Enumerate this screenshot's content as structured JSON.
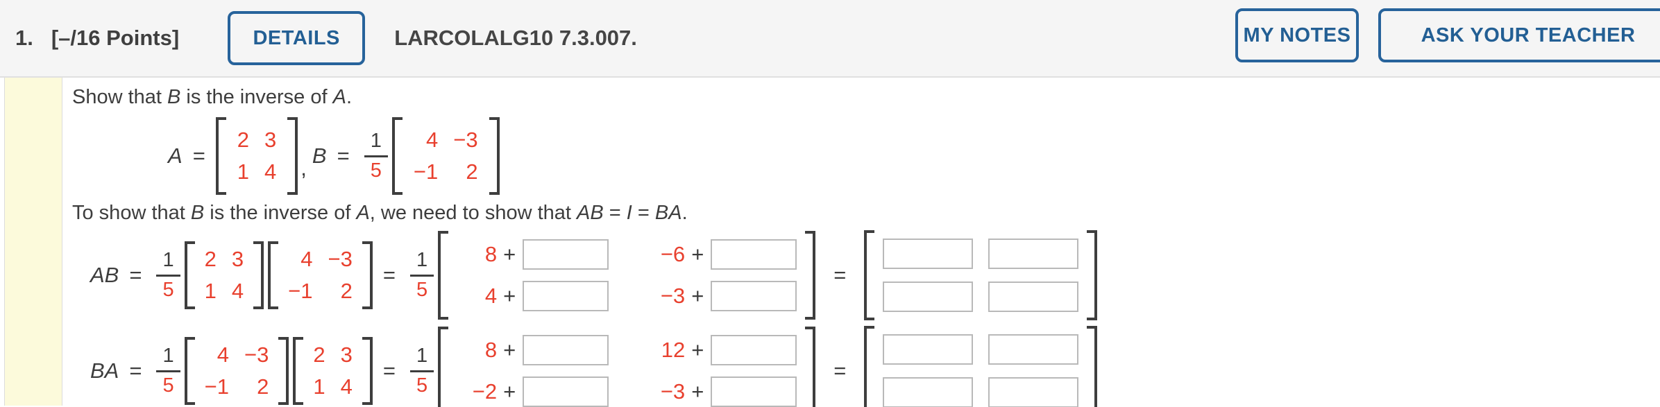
{
  "header": {
    "question_number": "1.",
    "points": "[–/16 Points]",
    "details_button": "DETAILS",
    "assignment_code": "LARCOLALG10 7.3.007.",
    "my_notes_button": "MY NOTES",
    "ask_teacher_button": "ASK YOUR TEACHER"
  },
  "colors": {
    "accent_blue": "#235f94",
    "math_red": "#e8402e",
    "text_dark": "#3d3d3d",
    "header_bg": "#f5f5f5",
    "strip_yellow": "#fcfadb"
  },
  "problem": {
    "statement": [
      "Show that ",
      "B",
      " is the inverse of ",
      "A",
      "."
    ],
    "explain": [
      "To show that ",
      "B",
      " is the inverse of ",
      "A",
      ", we need to show that ",
      "AB",
      " = ",
      "I",
      " = ",
      "BA",
      "."
    ]
  },
  "definition": {
    "a_label": "A",
    "eq1": "=",
    "comma": ",",
    "b_label": "B",
    "eq2": "=",
    "frac_num": "1",
    "frac_den": "5",
    "matrix_a": [
      [
        "2",
        "3"
      ],
      [
        "1",
        "4"
      ]
    ],
    "matrix_b": [
      [
        "4",
        "−3"
      ],
      [
        "−1",
        "2"
      ]
    ]
  },
  "ab_row": {
    "label": "AB",
    "eq1": "=",
    "frac_num": "1",
    "frac_den": "5",
    "m1": [
      [
        "2",
        "3"
      ],
      [
        "1",
        "4"
      ]
    ],
    "m2": [
      [
        "4",
        "−3"
      ],
      [
        "−1",
        "2"
      ]
    ],
    "eq2": "=",
    "frac2_num": "1",
    "frac2_den": "5",
    "sum": {
      "r0c0": {
        "lead": "8",
        "op": "+"
      },
      "r0c1": {
        "lead": "−6",
        "op": "+"
      },
      "r1c0": {
        "lead": "4",
        "op": "+"
      },
      "r1c1": {
        "lead": "−3",
        "op": "+"
      }
    },
    "eq3": "="
  },
  "ba_row": {
    "label": "BA",
    "eq1": "=",
    "frac_num": "1",
    "frac_den": "5",
    "m1": [
      [
        "4",
        "−3"
      ],
      [
        "−1",
        "2"
      ]
    ],
    "m2": [
      [
        "2",
        "3"
      ],
      [
        "1",
        "4"
      ]
    ],
    "eq2": "=",
    "frac2_num": "1",
    "frac2_den": "5",
    "sum": {
      "r0c0": {
        "lead": "8",
        "op": "+"
      },
      "r0c1": {
        "lead": "12",
        "op": "+"
      },
      "r1c0": {
        "lead": "−2",
        "op": "+"
      },
      "r1c1": {
        "lead": "−3",
        "op": "+"
      }
    },
    "eq3": "="
  }
}
